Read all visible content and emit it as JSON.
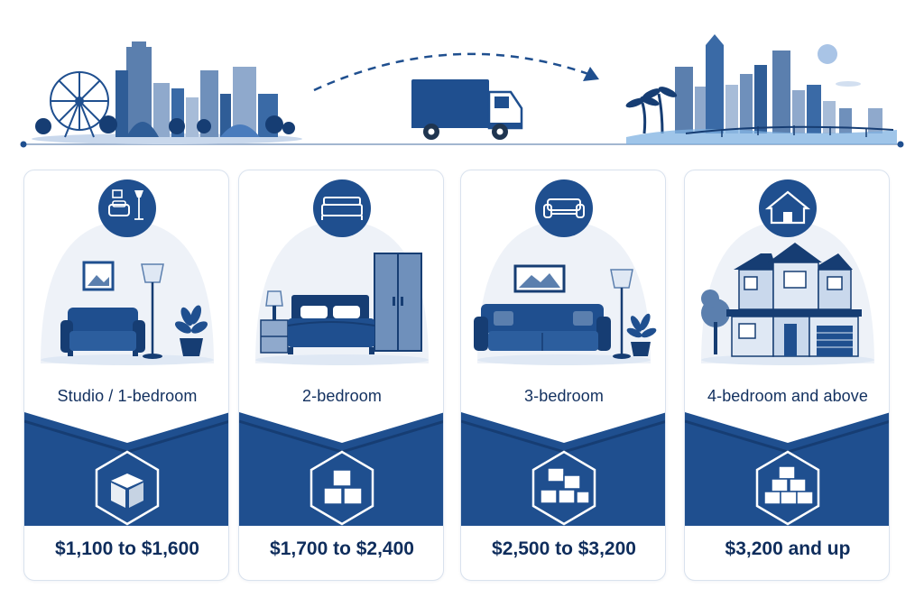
{
  "colors": {
    "navy": "#1f4f8f",
    "dark_navy": "#163d73",
    "light_blue": "#dfe8f4",
    "pale_blue": "#eef2f8",
    "text": "#12305f"
  },
  "banner": {
    "origin_icon": "origin-city-skyline-icon",
    "truck_icon": "moving-truck-icon",
    "destination_icon": "destination-city-skyline-icon"
  },
  "cards": [
    {
      "label": "Studio / 1-bedroom",
      "price": "$1,100 to $1,600",
      "top_icon": "armchair-lamp-icon",
      "box_icon": "single-box-icon"
    },
    {
      "label": "2-bedroom",
      "price": "$1,700 to $2,400",
      "top_icon": "bed-icon",
      "box_icon": "three-boxes-icon"
    },
    {
      "label": "3-bedroom",
      "price": "$2,500 to $3,200",
      "top_icon": "sofa-icon",
      "box_icon": "four-boxes-icon"
    },
    {
      "label": "4-bedroom and above",
      "price": "$3,200 and up",
      "top_icon": "house-icon",
      "box_icon": "six-boxes-icon"
    }
  ]
}
